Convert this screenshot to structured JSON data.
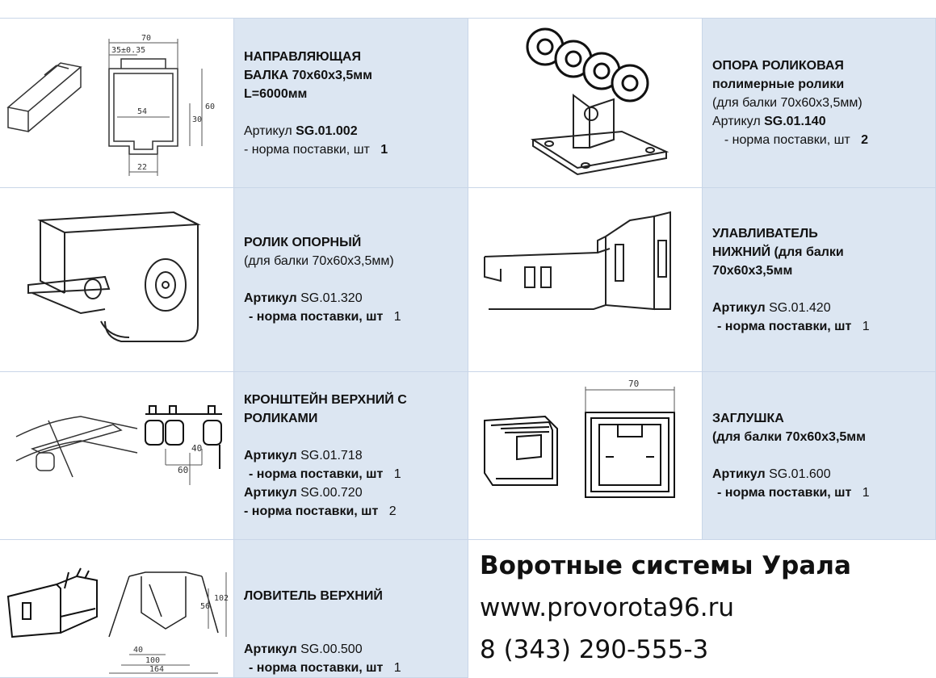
{
  "items": [
    {
      "title": [
        "НАПРАВЛЯЮЩАЯ",
        "БАЛКА 70х60х3,5мм",
        "L=6000мм"
      ],
      "art_label": "Артикул ",
      "art_code": "SG.01.002",
      "qty_label": "- норма поставки, шт",
      "qty": "1",
      "drawing_dims": [
        "70",
        "35±0.35",
        "54",
        "22",
        "30",
        "60"
      ]
    },
    {
      "title": [
        "ОПОРА РОЛИКОВАЯ"
      ],
      "subtitle": [
        "полимерные ролики",
        "(для  балки 70х60х3,5мм)"
      ],
      "art_label": "Артикул ",
      "art_code": "SG.01.140",
      "qty_label": "- норма поставки, шт",
      "qty": "2"
    },
    {
      "title": [
        "РОЛИК ОПОРНЫЙ"
      ],
      "subtitle": [
        "(для  балки 70х60х3,5мм)"
      ],
      "art_label": "Артикул",
      "art_code": " SG.01.320",
      "qty_label": "- норма поставки, шт",
      "qty": "1"
    },
    {
      "title": [
        "УЛАВЛИВАТЕЛЬ",
        "НИЖНИЙ (для  балки",
        "70х60х3,5мм"
      ],
      "art_label": "Артикул",
      "art_code": " SG.01.420",
      "qty_label": "- норма поставки, шт",
      "qty": "1"
    },
    {
      "title": [
        "КРОНШТЕЙН ВЕРХНИЙ С",
        "РОЛИКАМИ"
      ],
      "art_label": "Артикул",
      "art_code": " SG.01.718",
      "qty_label": "- норма поставки, шт",
      "qty": "1",
      "art2_label": "Артикул",
      "art2_code": " SG.00.720",
      "qty2_label": "- норма поставки, шт",
      "qty2": "2",
      "drawing_dims": [
        "40",
        "60"
      ]
    },
    {
      "title": [
        "ЗАГЛУШКА",
        "(для  балки 70х60х3,5мм"
      ],
      "art_label": "Артикул",
      "art_code": " SG.01.600",
      "qty_label": "- норма поставки, шт",
      "qty": "1",
      "drawing_dims": [
        "70"
      ]
    },
    {
      "title": [
        "ЛОВИТЕЛЬ ВЕРХНИЙ"
      ],
      "art_label": "Артикул",
      "art_code": " SG.00.500",
      "qty_label": "- норма поставки, шт",
      "qty": "1",
      "drawing_dims": [
        "40",
        "100",
        "164",
        "56",
        "102"
      ]
    }
  ],
  "brand": {
    "name": "Воротные системы Урала",
    "site": "www.provorota96.ru",
    "phone": "8 (343) 290-555-3"
  },
  "colors": {
    "text_cell_bg": "#dce6f2",
    "grid_line": "#c9d6e8"
  }
}
